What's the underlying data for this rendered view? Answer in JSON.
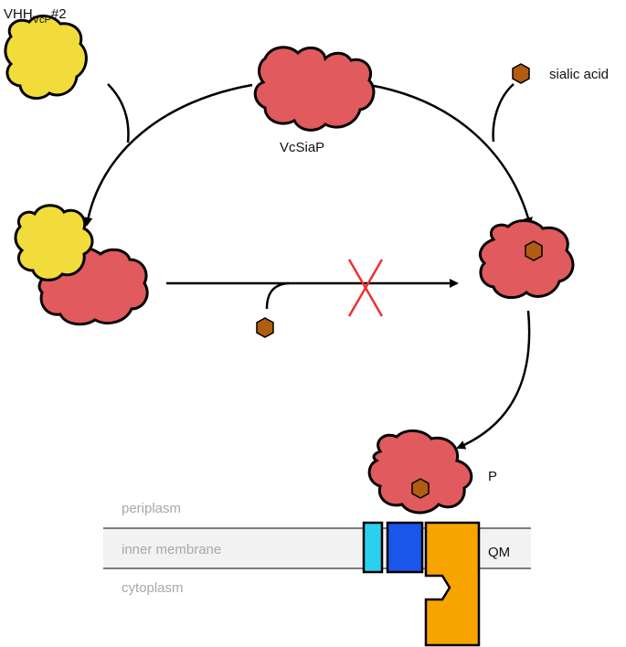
{
  "labels": {
    "vhh_main": "VHH",
    "vhh_sub": "VcP",
    "vhh_suffix": "#2",
    "vcsiap": "VcSiaP",
    "sialic_acid": "sialic acid",
    "p": "P",
    "qm": "QM",
    "periplasm": "periplasm",
    "inner_membrane": "inner membrane",
    "cytoplasm": "cytoplasm"
  },
  "colors": {
    "vhh": "#f2dc3c",
    "siap": "#e05a5e",
    "siap_light": "#ee8a8d",
    "sialic": "#b25c12",
    "q_subunit": "#2ad0f0",
    "m_subunit": "#1a56ea",
    "p_subunit": "#f8a400",
    "block": "#f03030",
    "membrane": "#f2f2f2"
  }
}
